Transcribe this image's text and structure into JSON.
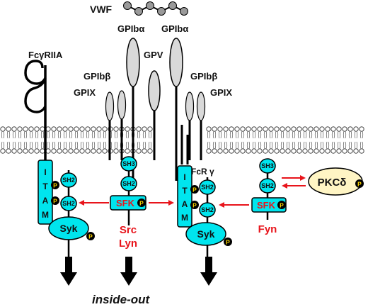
{
  "labels": {
    "vwf": "VWF",
    "gpiba_left": "GPIbα",
    "gpiba_right": "GPIbα",
    "gpv": "GPV",
    "fcgriia": "FcγRIIA",
    "gpibb_left": "GPIbβ",
    "gpix_left": "GPIX",
    "gpibb_right": "GPIbβ",
    "gpix_right": "GPIX",
    "fcr_gamma": "FcR γ",
    "src": "Src",
    "lyn": "Lyn",
    "fyn": "Fyn",
    "pkc": "PKCδ",
    "inside_out": "inside-out"
  },
  "domains": {
    "itam": [
      "I",
      "T",
      "A",
      "M"
    ],
    "sh2": "SH2",
    "sh3": "SH3",
    "sfk": "SFK",
    "syk": "Syk",
    "phospho": "P"
  },
  "colors": {
    "cyan": "#00e5ee",
    "red": "#e8141b",
    "gray": "#d9d9d9",
    "pkc_fill": "#fff5c4",
    "black": "#000000"
  }
}
